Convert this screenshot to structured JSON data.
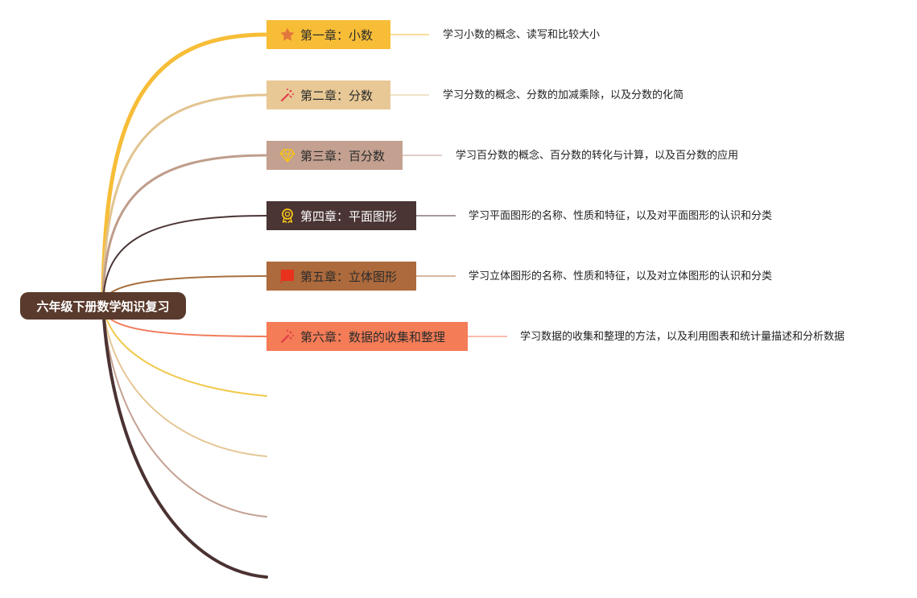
{
  "root": {
    "label": "六年级下册数学知识复习"
  },
  "chapters": [
    {
      "label": "第一章：小数",
      "icon": "star-icon",
      "color": "#f7bd37",
      "line": "#f7bd37",
      "description": "学习小数的概念、读写和比较大小"
    },
    {
      "label": "第二章：分数",
      "icon": "magic-wand-icon",
      "color": "#e8c895",
      "line": "#e2c48f",
      "description": "学习分数的概念、分数的加减乘除，以及分数的化简"
    },
    {
      "label": "第三章：百分数",
      "icon": "diamond-icon",
      "color": "#c3a08f",
      "line": "#bf9d8b",
      "description": "学习百分数的概念、百分数的转化与计算，以及百分数的应用"
    },
    {
      "label": "第四章：平面图形",
      "icon": "medal-icon",
      "color": "#4a3434",
      "line": "#4a3434",
      "description": "学习平面图形的名称、性质和特征，以及对平面图形的认识和分类"
    },
    {
      "label": "第五章：立体图形",
      "icon": "flag-icon",
      "color": "#ad6a3c",
      "line": "#a8703e",
      "description": "学习立体图形的名称、性质和特征，以及对立体图形的认识和分类"
    },
    {
      "label": "第六章：数据的收集和整理",
      "icon": "magic-wand-icon",
      "color": "#f47c57",
      "line": "#f07b5a",
      "description": "学习数据的收集和整理的方法，以及利用图表和统计量描述和分析数据"
    }
  ],
  "empty_branches": [
    {
      "color": "#f2c94c"
    },
    {
      "color": "#e5c694"
    },
    {
      "color": "#c4a193"
    },
    {
      "color": "#4b3232"
    }
  ]
}
